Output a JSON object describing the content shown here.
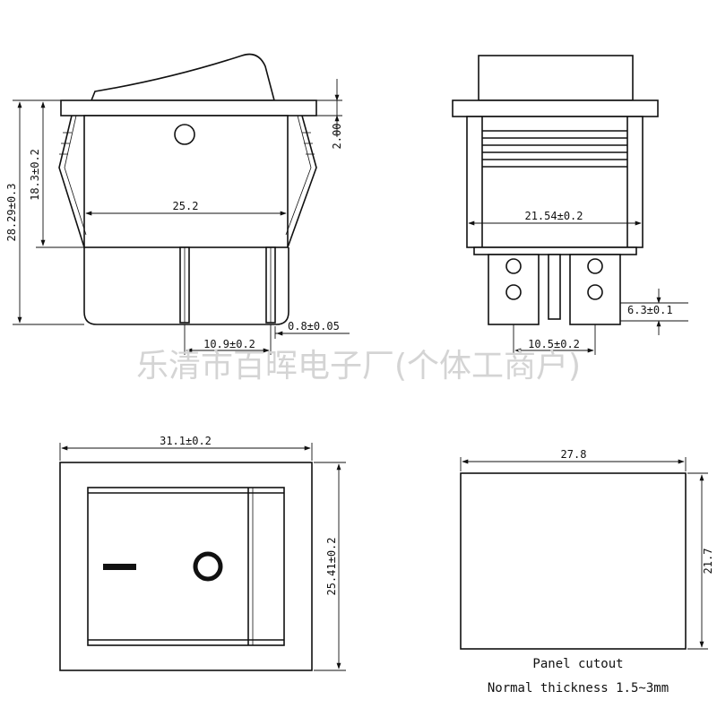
{
  "watermark": "乐清市百晖电子厂(个体工商户)",
  "side_view": {
    "dim_total_height": "28.29±0.3",
    "dim_body_height": "18.3±0.2",
    "dim_flange": "2.00",
    "dim_body_width": "25.2",
    "dim_terminal_thickness": "0.8±0.05",
    "dim_terminal_pitch": "10.9±0.2"
  },
  "front_view": {
    "dim_body_width": "21.54±0.2",
    "dim_terminal_width": "6.3±0.1",
    "dim_terminal_pitch": "10.5±0.2"
  },
  "top_view": {
    "dim_width": "31.1±0.2",
    "dim_height": "25.41±0.2",
    "symbol_on": "I",
    "symbol_off": "O"
  },
  "panel_cutout": {
    "dim_width": "27.8",
    "dim_height": "21.7",
    "caption": "Panel cutout",
    "note": "Normal thickness 1.5~3mm"
  }
}
